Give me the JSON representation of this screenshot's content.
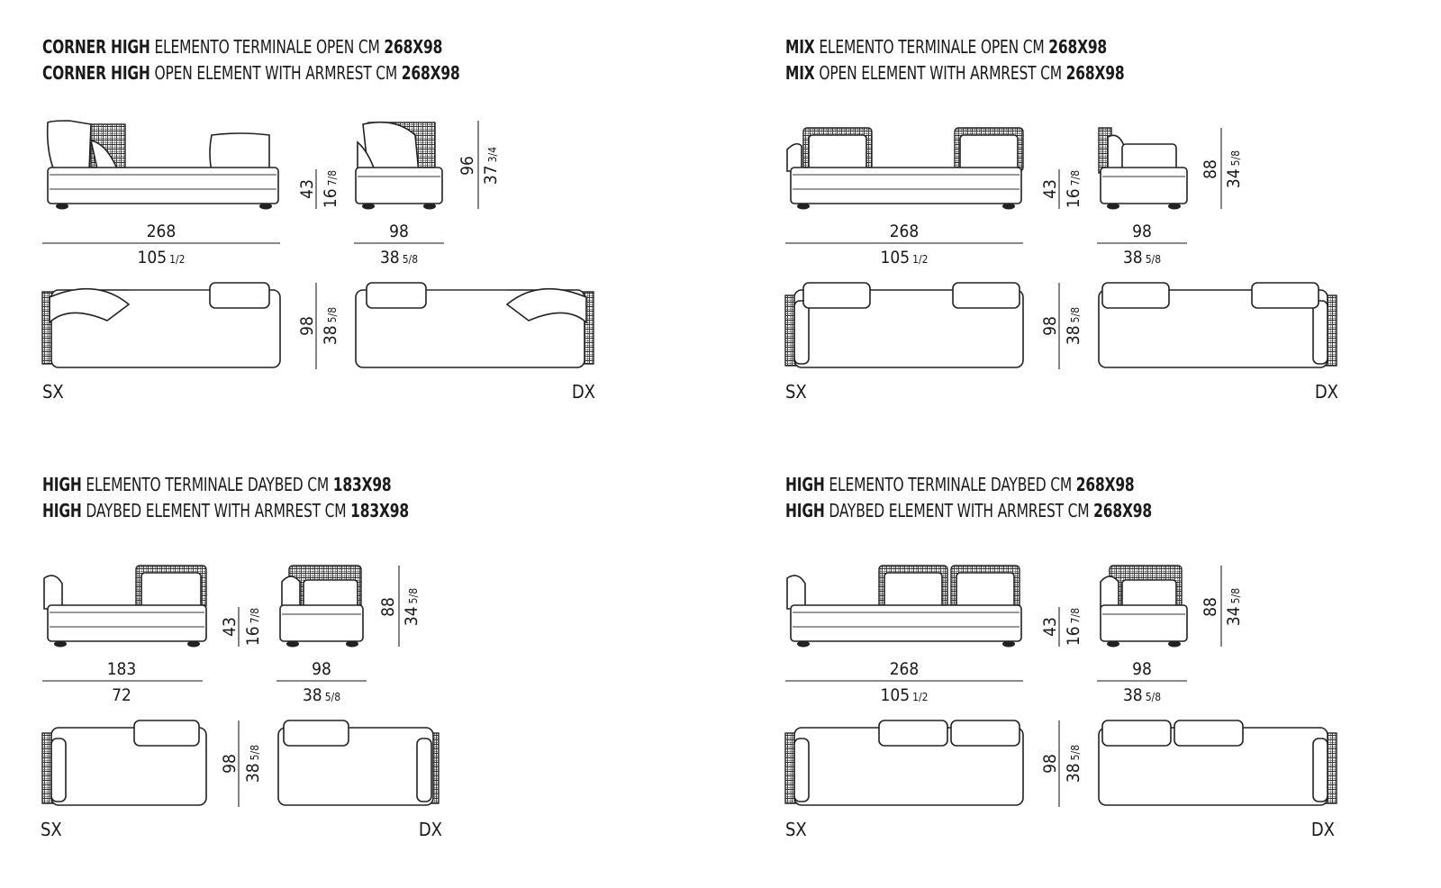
{
  "panels": [
    {
      "id": "corner-high",
      "title_it": {
        "bold": "CORNER HIGH",
        "light": " ELEMENTO TERMINALE OPEN CM ",
        "size": "268X98"
      },
      "title_en": {
        "bold": "CORNER HIGH",
        "light": " OPEN ELEMENT WITH ARMREST CM ",
        "size": "268X98"
      },
      "large": {
        "width_cm": "268",
        "width_in_whole": "105",
        "width_in_frac": "1/2",
        "seat_h_cm": "43",
        "seat_h_in_whole": "16",
        "seat_h_in_frac": "7/8"
      },
      "small": {
        "width_cm": "98",
        "width_in_whole": "38",
        "width_in_frac": "5/8",
        "h_cm": "96",
        "h_in_whole": "37",
        "h_in_frac": "3/4"
      },
      "plan": {
        "depth_cm": "98",
        "depth_in_whole": "38",
        "depth_in_frac": "5/8"
      },
      "left_label": "SX",
      "right_label": "DX"
    },
    {
      "id": "mix",
      "title_it": {
        "bold": "MIX",
        "light": " ELEMENTO TERMINALE OPEN CM ",
        "size": "268X98"
      },
      "title_en": {
        "bold": "MIX",
        "light": " OPEN ELEMENT WITH ARMREST CM ",
        "size": "268X98"
      },
      "large": {
        "width_cm": "268",
        "width_in_whole": "105",
        "width_in_frac": "1/2",
        "seat_h_cm": "43",
        "seat_h_in_whole": "16",
        "seat_h_in_frac": "7/8"
      },
      "small": {
        "width_cm": "98",
        "width_in_whole": "38",
        "width_in_frac": "5/8",
        "h_cm": "88",
        "h_in_whole": "34",
        "h_in_frac": "5/8"
      },
      "plan": {
        "depth_cm": "98",
        "depth_in_whole": "38",
        "depth_in_frac": "5/8"
      },
      "left_label": "SX",
      "right_label": "DX"
    },
    {
      "id": "high-183",
      "title_it": {
        "bold": "HIGH",
        "light": " ELEMENTO TERMINALE DAYBED CM ",
        "size": "183X98"
      },
      "title_en": {
        "bold": "HIGH",
        "light": " DAYBED ELEMENT WITH ARMREST CM ",
        "size": "183X98"
      },
      "large": {
        "width_cm": "183",
        "width_in_whole": "72",
        "width_in_frac": "",
        "seat_h_cm": "43",
        "seat_h_in_whole": "16",
        "seat_h_in_frac": "7/8"
      },
      "small": {
        "width_cm": "98",
        "width_in_whole": "38",
        "width_in_frac": "5/8",
        "h_cm": "88",
        "h_in_whole": "34",
        "h_in_frac": "5/8"
      },
      "plan": {
        "depth_cm": "98",
        "depth_in_whole": "38",
        "depth_in_frac": "5/8"
      },
      "left_label": "SX",
      "right_label": "DX"
    },
    {
      "id": "high-268",
      "title_it": {
        "bold": "HIGH",
        "light": " ELEMENTO TERMINALE DAYBED CM ",
        "size": "268X98"
      },
      "title_en": {
        "bold": "HIGH",
        "light": " DAYBED ELEMENT WITH ARMREST CM ",
        "size": "268X98"
      },
      "large": {
        "width_cm": "268",
        "width_in_whole": "105",
        "width_in_frac": "1/2",
        "seat_h_cm": "43",
        "seat_h_in_whole": "16",
        "seat_h_in_frac": "7/8"
      },
      "small": {
        "width_cm": "98",
        "width_in_whole": "38",
        "width_in_frac": "5/8",
        "h_cm": "88",
        "h_in_whole": "34",
        "h_in_frac": "5/8"
      },
      "plan": {
        "depth_cm": "98",
        "depth_in_whole": "38",
        "depth_in_frac": "5/8"
      },
      "left_label": "SX",
      "right_label": "DX"
    }
  ]
}
